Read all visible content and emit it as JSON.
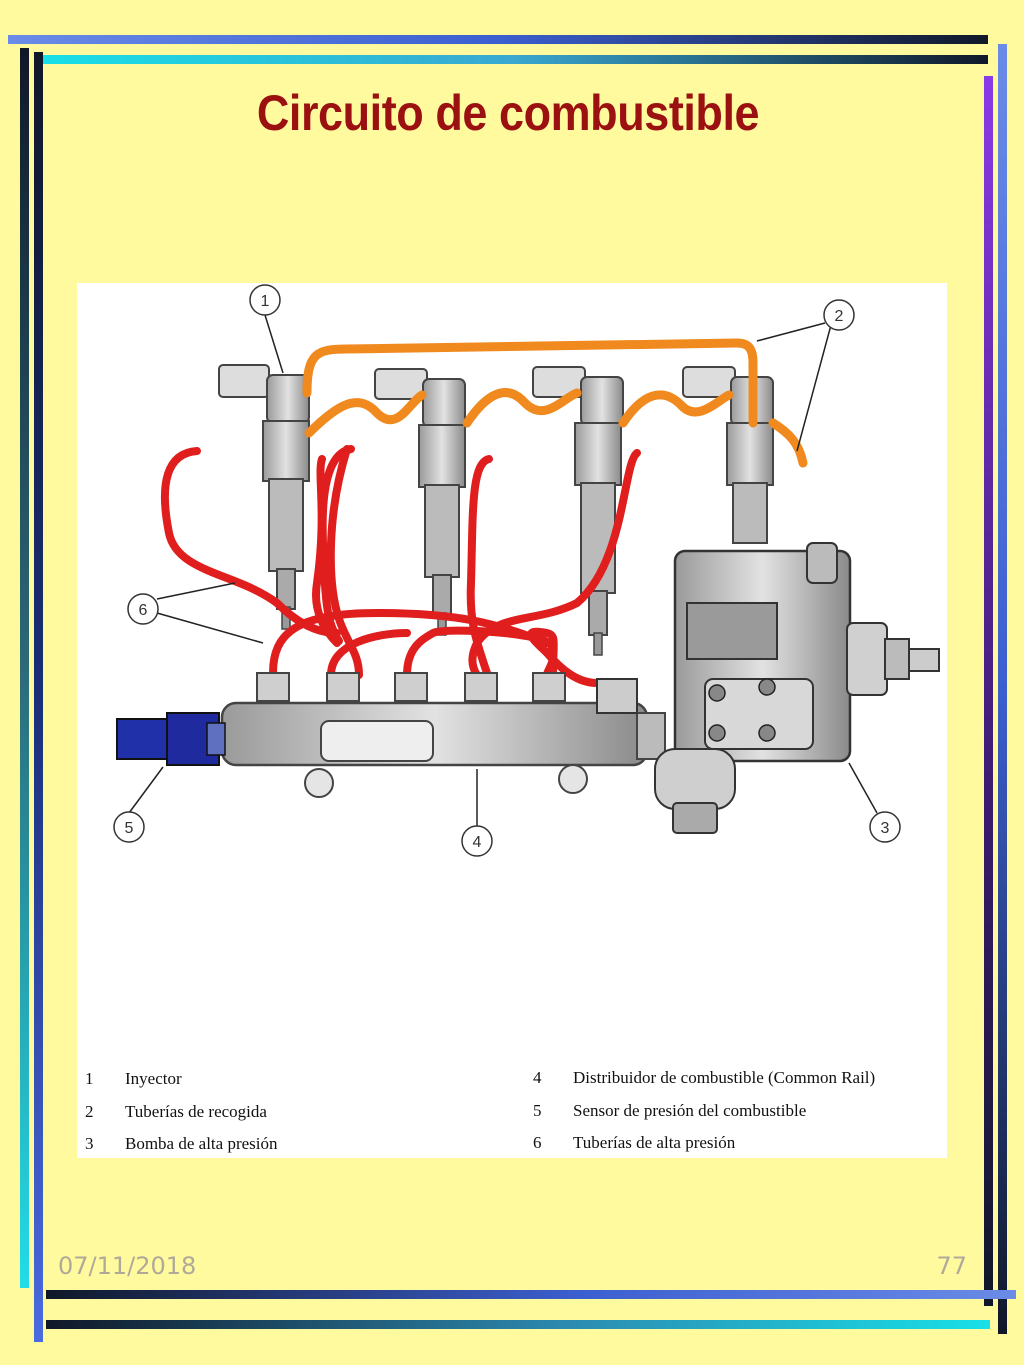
{
  "slide": {
    "title": "Circuito de combustible",
    "date": "07/11/2018",
    "page_number": "77"
  },
  "diagram": {
    "callouts": [
      "1",
      "2",
      "3",
      "4",
      "5",
      "6"
    ],
    "legend": [
      {
        "num": "1",
        "label": "Inyector"
      },
      {
        "num": "2",
        "label": "Tuberías de recogida"
      },
      {
        "num": "3",
        "label": "Bomba de alta presión"
      },
      {
        "num": "4",
        "label": "Distribuidor de combustible (Common Rail)"
      },
      {
        "num": "5",
        "label": "Sensor de presión del combustible"
      },
      {
        "num": "6",
        "label": "Tuberías de alta presión"
      }
    ]
  },
  "colors": {
    "background": "#FFFA9E",
    "title": "#9B1010",
    "high_pressure_pipe": "#E01E1E",
    "return_pipe": "#F08A1E",
    "sensor": "#1E2A9E"
  }
}
